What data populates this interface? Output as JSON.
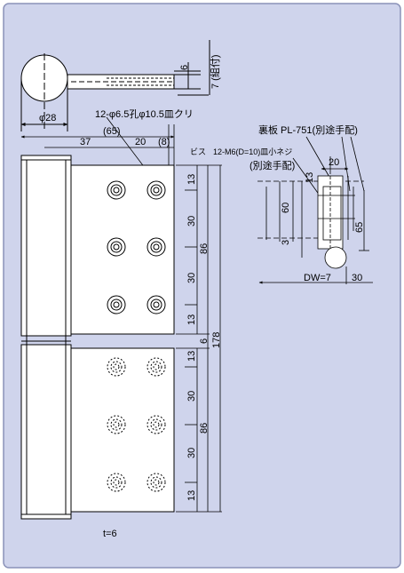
{
  "colors": {
    "panel_bg": "#cfd4ec",
    "panel_border": "#8a92b8",
    "plate_fill": "#ffffff",
    "line": "#000000"
  },
  "top_view": {
    "dim_diameter": "φ28",
    "dim_6": "6",
    "dim_7_note": "7 (組付)"
  },
  "front_view": {
    "hole_spec": "12-φ6.5孔φ10.5皿クリ",
    "dim_65": "(65)",
    "dim_37": "37",
    "dim_20": "20",
    "dim_8": "(8)",
    "right_dims": [
      "13",
      "30",
      "30",
      "13",
      "6",
      "13",
      "30",
      "30",
      "13"
    ],
    "dim_86_upper": "86",
    "dim_86_lower": "86",
    "dim_178": "178",
    "thickness": "t=6"
  },
  "side_view": {
    "backplate": "裏板 PL-751(別途手配)",
    "screw_label": "ビス",
    "screw_spec": "12-M6(D=10)皿小ネジ",
    "screw_note": "(別途手配)",
    "dim_20": "20",
    "dim_13": "13",
    "dim_60": "60",
    "dim_3": "3",
    "dim_65": "65",
    "dim_dw": "DW=7",
    "dim_30": "30"
  }
}
